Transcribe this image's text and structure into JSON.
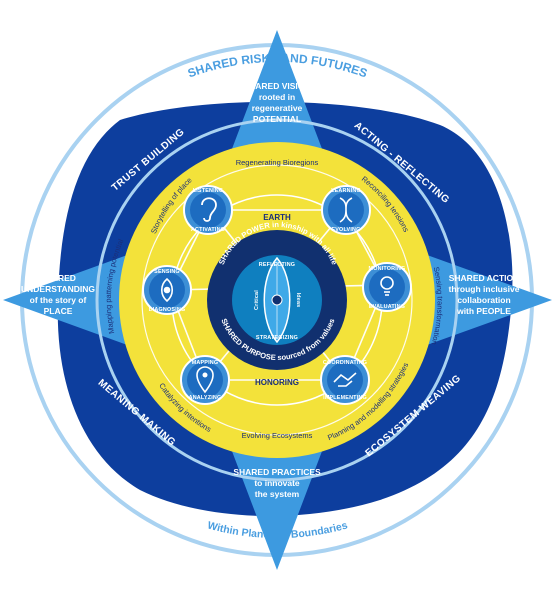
{
  "outer": {
    "top_title": "SHARED RISKS AND FUTURES",
    "bottom_title": "Within Planetary Boundaries"
  },
  "star_points": {
    "top": [
      "SHARED VISION",
      "rooted in",
      "regenerative",
      "POTENTIAL"
    ],
    "left": [
      "SHARED",
      "UNDERSTANDING",
      "of the story of",
      "PLACE"
    ],
    "right": [
      "SHARED ACTION",
      "through inclusive",
      "collaboration",
      "with PEOPLE"
    ],
    "bottom": [
      "SHARED PRACTICES",
      "to innovate",
      "the system"
    ]
  },
  "quadrants": {
    "top_left": "TRUST BUILDING",
    "top_right": "ACTING  -  REFLECTING",
    "bottom_left": "MEANING MAKING",
    "bottom_right": "ECOSYSTEM WEAVING"
  },
  "yellow_ring": {
    "top": "Regenerating Bioregions",
    "top_right": "Reconciling tensions",
    "right": "Sensing transformation",
    "bottom_right": "Planning and modelling strategies",
    "bottom": "Evolving Ecosystems",
    "bottom_left": "Catalyzing intentions",
    "left": "Mapping patterning potential",
    "top_left": "Storytelling of place"
  },
  "capabilities": [
    {
      "top": "LISTENING",
      "bottom": "ACTIVATING",
      "icon": "ear-icon"
    },
    {
      "top": "LEARNING",
      "bottom": "EVOLVING",
      "icon": "dna-icon"
    },
    {
      "top": "MONITORING",
      "bottom": "EVALUATING",
      "icon": "lightbulb-icon"
    },
    {
      "top": "COORDINATING",
      "bottom": "IMPLEMENTING",
      "icon": "handshake-icon"
    },
    {
      "top": "MAPPING",
      "bottom": "ANALYZING",
      "icon": "map-pin-icon"
    },
    {
      "top": "SENSING",
      "bottom": "DIAGNOSING",
      "icon": "eye-icon"
    }
  ],
  "inner_ring": {
    "top": "EARTH",
    "bottom": "HONORING"
  },
  "center": {
    "top_arc": "SHARED POWER in kinship with all life",
    "bottom_arc": "SHARED PURPOSE sourced from values",
    "cross_top": "REFLECTING",
    "cross_bottom": "STRATEGIZING",
    "cross_left": "Critical",
    "cross_right": "Ideas"
  },
  "colors": {
    "navy": "#0d3e9e",
    "sky": "#3d9ae0",
    "light_ring": "#a9d2f1",
    "yellow": "#f3e23a",
    "deep_navy": "#11306f",
    "teal": "#0f7fbf"
  }
}
